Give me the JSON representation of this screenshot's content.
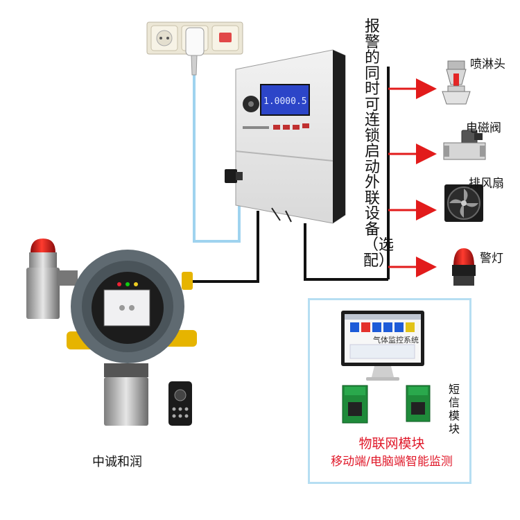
{
  "vertical_note": "报警的同时可连锁启动外联设备（选配）",
  "devices": [
    {
      "key": "sprinkler",
      "label": "喷淋头",
      "icon": "sprinkler-head-icon"
    },
    {
      "key": "valve",
      "label": "电磁阀",
      "icon": "solenoid-valve-icon"
    },
    {
      "key": "fan",
      "label": "排风扇",
      "icon": "exhaust-fan-icon"
    },
    {
      "key": "lamp",
      "label": "警灯",
      "icon": "warning-lamp-icon"
    }
  ],
  "detector_brand": "中诚和润",
  "iot": {
    "screen_title": "气体监控系统",
    "sms_module": "短信模块",
    "title": "物联网模块",
    "subtitle": "移动端/电脑端智能监测"
  },
  "colors": {
    "arrow": "#e21b1b",
    "wire": "#111111",
    "power_cable": "#9fd3ef",
    "iot_border": "#b6def2",
    "iot_text": "#e0192a"
  }
}
